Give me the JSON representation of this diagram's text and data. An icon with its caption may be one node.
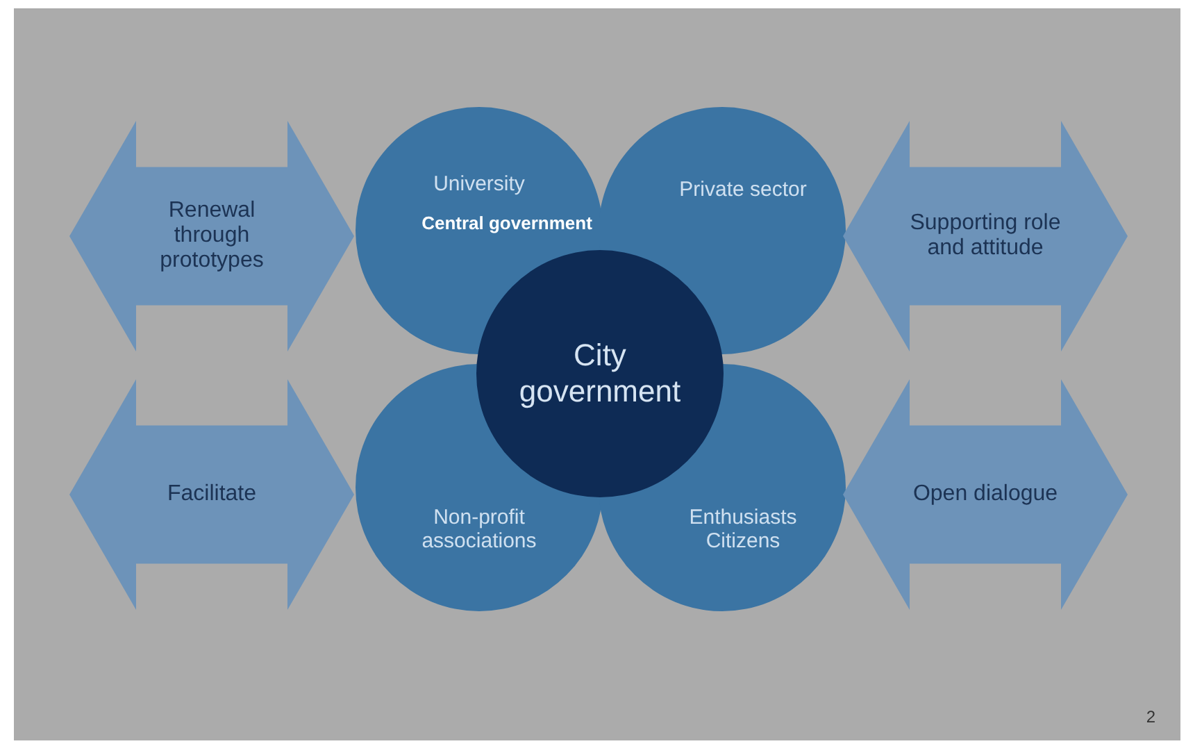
{
  "diagram": {
    "nodes": [
      {
        "text": [
          "Renewal through prototypes"
        ]
      },
      {
        "text": [
          "University",
          "Central government"
        ]
      },
      {
        "text": [
          "Private sector"
        ]
      },
      {
        "text": [
          "Supporting role and attitude"
        ]
      },
      {
        "text": [
          "City government"
        ]
      },
      {
        "text": [
          "Facilitate"
        ]
      },
      {
        "text": [
          "Non-profit associations"
        ]
      },
      {
        "text": [
          "Enthusiasts Citizens"
        ]
      },
      {
        "text": [
          "Open dialogue"
        ]
      }
    ],
    "labels": [
      "2"
    ]
  }
}
